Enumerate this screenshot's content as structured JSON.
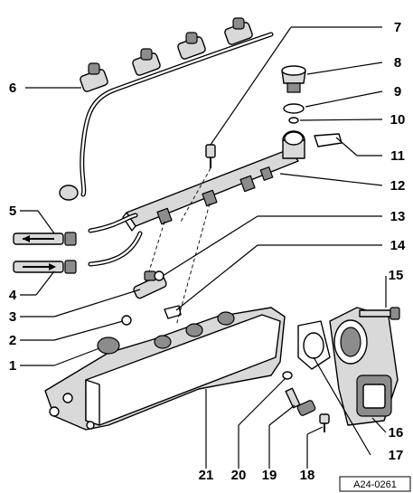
{
  "figure_ref": "A24-0261",
  "callouts": [
    {
      "id": "c1",
      "label": "1"
    },
    {
      "id": "c2",
      "label": "2"
    },
    {
      "id": "c3",
      "label": "3"
    },
    {
      "id": "c4",
      "label": "4"
    },
    {
      "id": "c5",
      "label": "5"
    },
    {
      "id": "c6",
      "label": "6"
    },
    {
      "id": "c7",
      "label": "7"
    },
    {
      "id": "c8",
      "label": "8"
    },
    {
      "id": "c9",
      "label": "9"
    },
    {
      "id": "c10",
      "label": "10"
    },
    {
      "id": "c11",
      "label": "11"
    },
    {
      "id": "c12",
      "label": "12"
    },
    {
      "id": "c13",
      "label": "13"
    },
    {
      "id": "c14",
      "label": "14"
    },
    {
      "id": "c15",
      "label": "15"
    },
    {
      "id": "c16",
      "label": "16"
    },
    {
      "id": "c17",
      "label": "17"
    },
    {
      "id": "c18",
      "label": "18"
    },
    {
      "id": "c19",
      "label": "19"
    },
    {
      "id": "c20",
      "label": "20"
    },
    {
      "id": "c21",
      "label": "21"
    }
  ]
}
